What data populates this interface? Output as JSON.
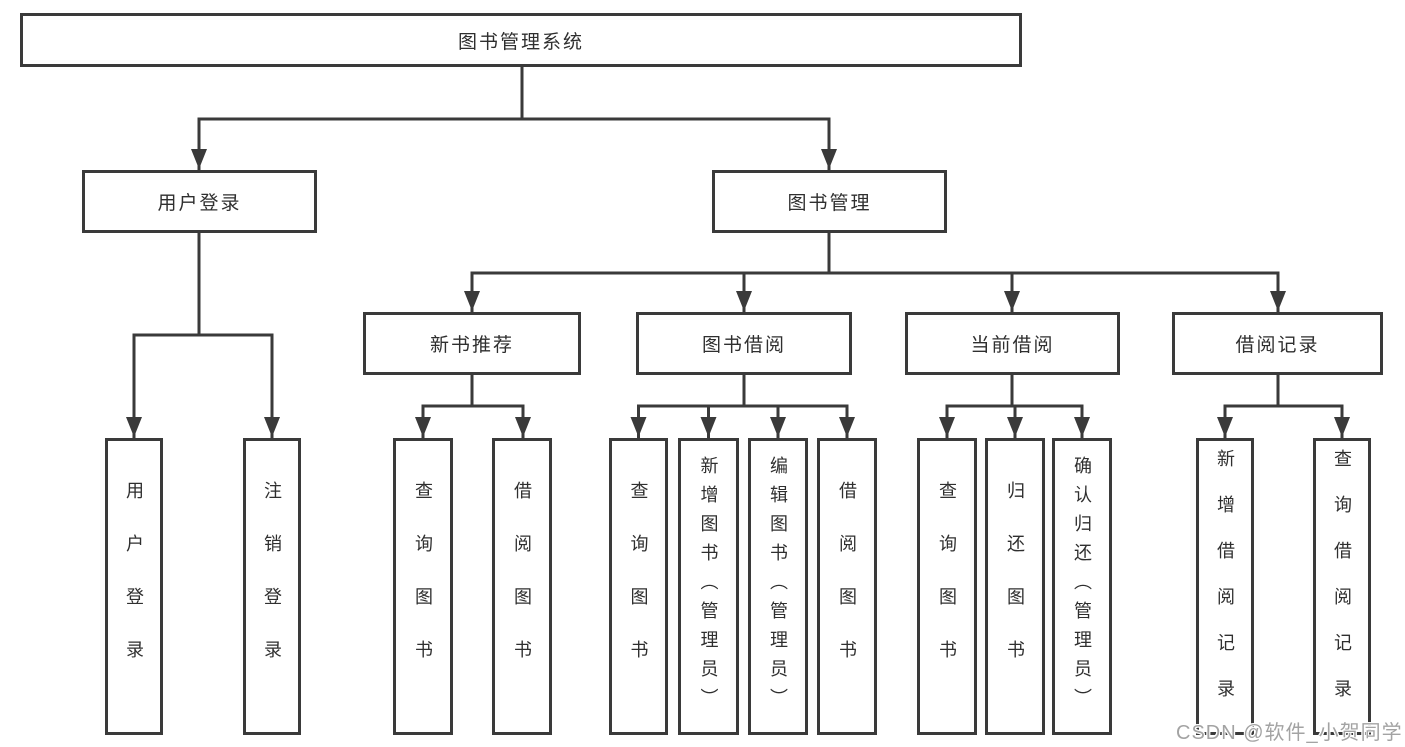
{
  "diagram": {
    "root": {
      "label": "图书管理系统",
      "children": [
        {
          "label": "用户登录",
          "children": [
            {
              "label": "用户登录"
            },
            {
              "label": "注销登录"
            }
          ]
        },
        {
          "label": "图书管理",
          "children": [
            {
              "label": "新书推荐",
              "children": [
                {
                  "label": "查询图书"
                },
                {
                  "label": "借阅图书"
                }
              ]
            },
            {
              "label": "图书借阅",
              "children": [
                {
                  "label": "查询图书"
                },
                {
                  "label": "新增图书（管理员）"
                },
                {
                  "label": "编辑图书（管理员）"
                },
                {
                  "label": "借阅图书"
                }
              ]
            },
            {
              "label": "当前借阅",
              "children": [
                {
                  "label": "查询图书"
                },
                {
                  "label": "归还图书"
                },
                {
                  "label": "确认归还（管理员）"
                }
              ]
            },
            {
              "label": "借阅记录",
              "children": [
                {
                  "label": "新增借阅记录"
                },
                {
                  "label": "查询借阅记录"
                }
              ]
            }
          ]
        }
      ]
    }
  },
  "watermark": {
    "text": "CSDN @软件_小贺同学"
  },
  "colors": {
    "line": "#3a3a3a",
    "text": "#2f2f2f",
    "background": "#ffffff",
    "watermark": "#a3a3a3"
  }
}
